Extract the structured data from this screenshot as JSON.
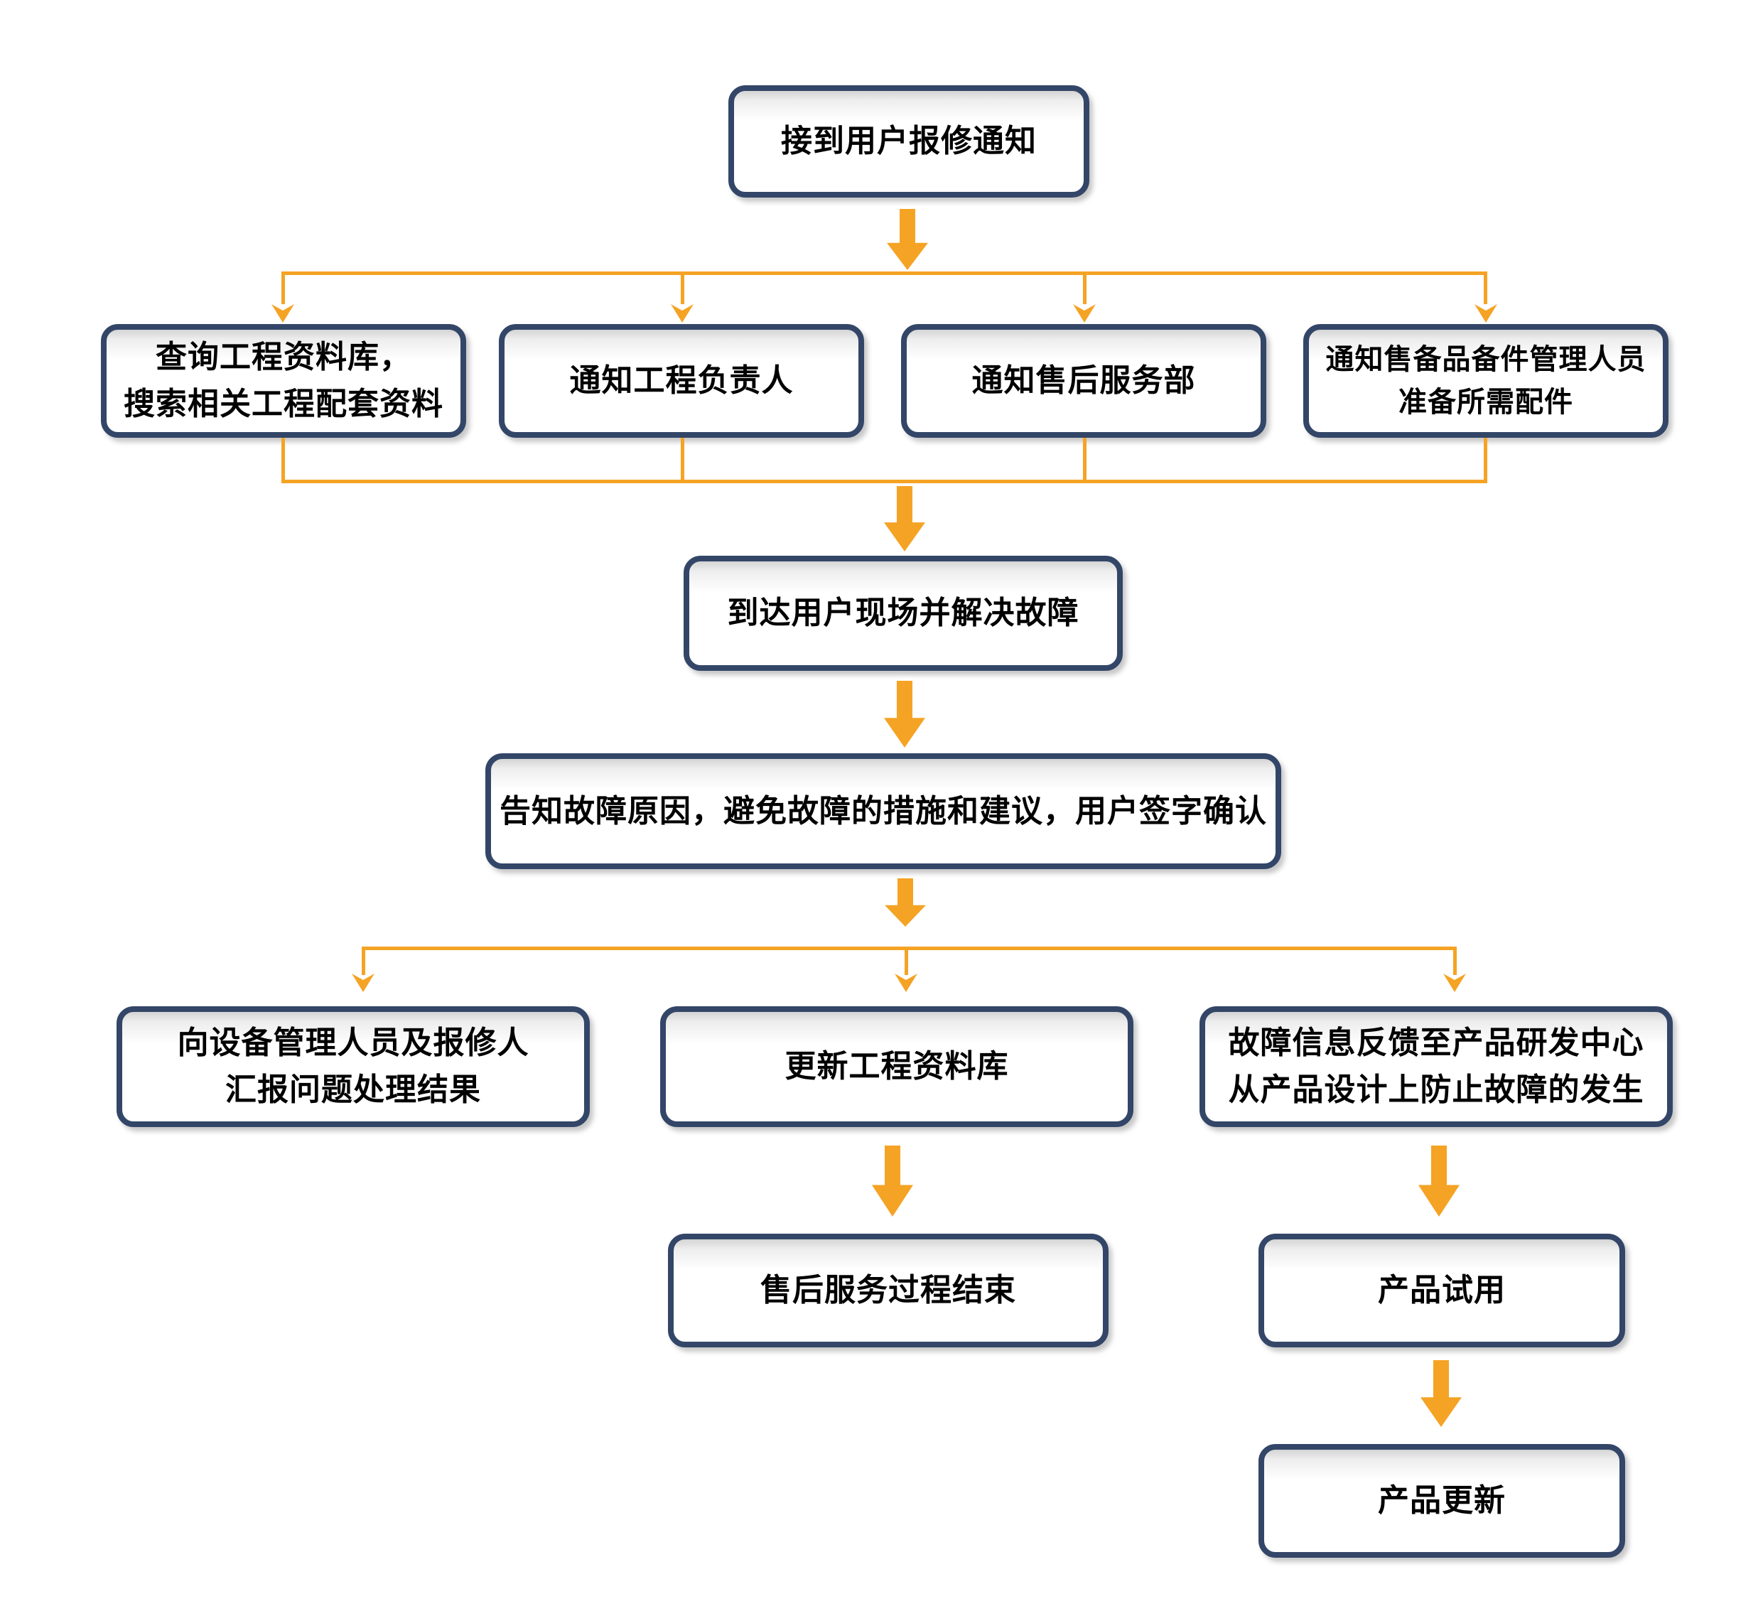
{
  "diagram": {
    "type": "flowchart",
    "colors": {
      "border": "#334668",
      "arrow": "#F5A324",
      "fill": "#FFFFFF",
      "text": "#000000"
    },
    "nodes": {
      "start": "接到用户报修通知",
      "query_archive": "查询工程资料库，\n搜索相关工程配套资料",
      "notify_engineer": "通知工程负责人",
      "notify_aftersales": "通知售后服务部",
      "notify_spares": "通知售备品备件管理人员\n准备所需配件",
      "arrive_site": "到达用户现场并解决故障",
      "inform_user": "告知故障原因，避免故障的措施和建议，用户签字确认",
      "report_result": "向设备管理人员及报修人\n汇报问题处理结果",
      "update_archive": "更新工程资料库",
      "feedback_rd": "故障信息反馈至产品研发中心\n从产品设计上防止故障的发生",
      "service_end": "售后服务过程结束",
      "product_trial": "产品试用",
      "product_update": "产品更新"
    }
  }
}
